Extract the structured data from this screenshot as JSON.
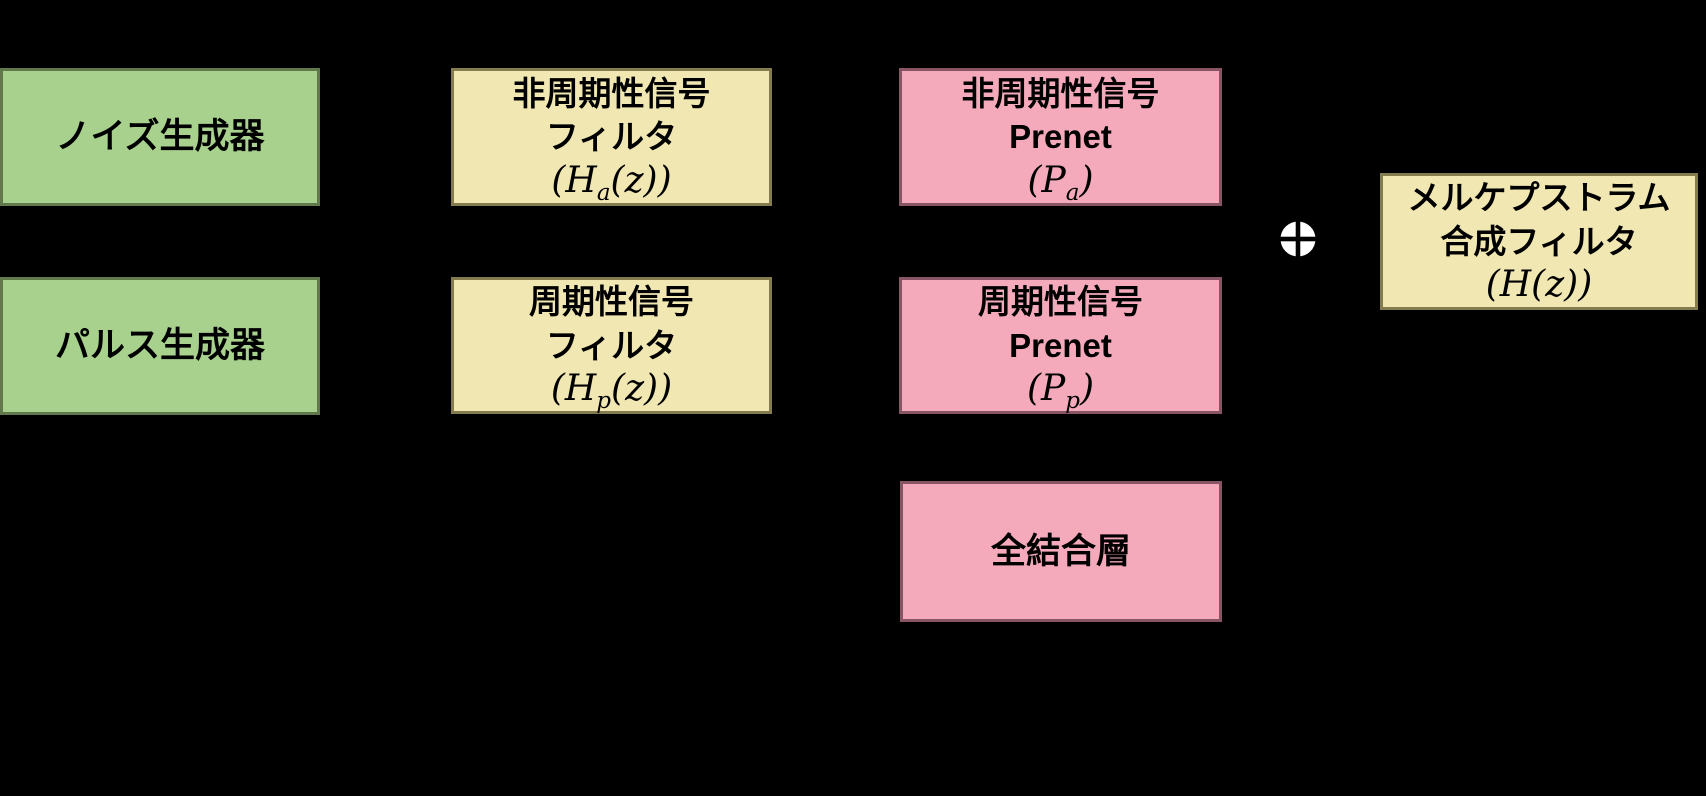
{
  "diagram": {
    "background_color": "#000000",
    "palette": {
      "green_fill": "#a9d18e",
      "green_border": "#62794e",
      "yellow_fill": "#f0e7b2",
      "yellow_border": "#847c4e",
      "pink_fill": "#f4aaba",
      "pink_border": "#875564",
      "adder_circle": "#ffffff",
      "adder_cross": "#000000",
      "text_color": "#000000"
    },
    "nodes": {
      "noise_generator": {
        "label": "ノイズ生成器",
        "color": "green"
      },
      "pulse_generator": {
        "label": "パルス生成器",
        "color": "green"
      },
      "aperiodic_filter": {
        "line1": "非周期性信号",
        "line2": "フィルタ",
        "formula_pre": "(H",
        "formula_sub": "a",
        "formula_post": "(z))",
        "color": "yellow"
      },
      "periodic_filter": {
        "line1": "周期性信号",
        "line2": "フィルタ",
        "formula_pre": "(H",
        "formula_sub": "p",
        "formula_post": "(z))",
        "color": "yellow"
      },
      "aperiodic_prenet": {
        "line1": "非周期性信号",
        "line2": "Prenet",
        "formula_pre": "(P",
        "formula_sub": "a",
        "formula_post": ")",
        "color": "pink"
      },
      "periodic_prenet": {
        "line1": "周期性信号",
        "line2": "Prenet",
        "formula_pre": "(P",
        "formula_sub": "p",
        "formula_post": ")",
        "color": "pink"
      },
      "fully_connected_layer": {
        "label": "全結合層",
        "color": "pink"
      },
      "melcepstrum_synthesis_filter": {
        "line1": "メルケプストラム",
        "line2": "合成フィルタ",
        "formula_pre": "(H",
        "formula_sub": "",
        "formula_post": "(z))",
        "color": "yellow"
      }
    },
    "operator": {
      "symbol": "⊕",
      "meaning": "add"
    }
  }
}
